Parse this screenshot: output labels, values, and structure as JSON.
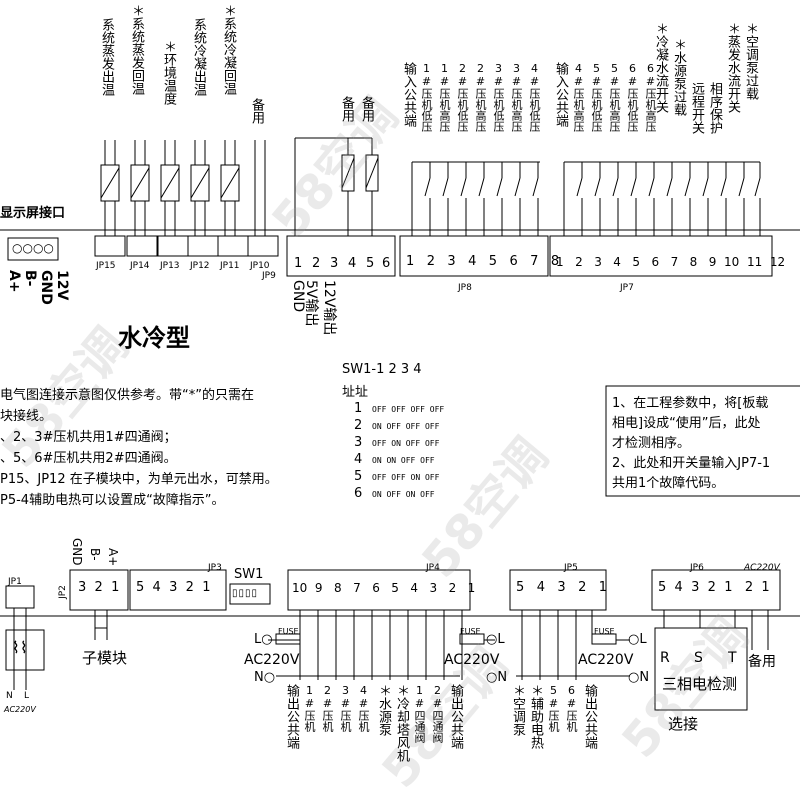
{
  "top_sensors": [
    {
      "text": "系统蒸发出温"
    },
    {
      "text": "＊系统蒸发回温"
    },
    {
      "text": "＊环境温度"
    },
    {
      "text": "系统冷凝出温"
    },
    {
      "text": "＊系统冷凝回温"
    },
    {
      "text": "备用"
    }
  ],
  "top_jp_labels": [
    "JP15",
    "JP14",
    "JP13",
    "JP12",
    "JP11",
    "JP10",
    "JP9"
  ],
  "display_port": {
    "label": "显示屏接口",
    "pins": [
      "12V",
      "GND",
      "B-",
      "A+"
    ]
  },
  "jp9": {
    "pins": [
      "1",
      "2",
      "3",
      "4",
      "5",
      "6"
    ],
    "bottom_labels": [
      "GND",
      "5V输出",
      "12V输出"
    ],
    "spare": [
      "备用",
      "备用"
    ]
  },
  "jp8": {
    "name": "JP8",
    "pins": [
      "1",
      "2",
      "3",
      "4",
      "5",
      "6",
      "7",
      "8"
    ],
    "labels": [
      "输入公共端",
      "1#压机低压",
      "1#压机高压",
      "2#压机低压",
      "2#压机高压",
      "3#压机低压",
      "3#压机高压",
      "4#压机低压"
    ]
  },
  "jp7": {
    "name": "JP7",
    "pins": [
      "1",
      "2",
      "3",
      "4",
      "5",
      "6",
      "7",
      "8",
      "9",
      "10",
      "11",
      "12"
    ],
    "labels": [
      "输入公共端",
      "4#压机高压",
      "5#压机低压",
      "5#压机高压",
      "6#压机低压",
      "6#压机高压",
      "＊冷凝水流开关",
      "＊水源泵过载",
      "远程开关",
      "相序保护",
      "＊蒸发水流开关",
      "＊空调泵过载"
    ]
  },
  "title": "水冷型",
  "notes": [
    "电气图连接示意图仅供参考。带“*”的只需在",
    "块接线。",
    "、2、3#压机共用1#四通阀；",
    "、5、6#压机共用2#四通阀。",
    "P15、JP12 在子模块中，为单元出水，可禁用。",
    "P5-4辅助电热可以设置成“故障指示”。"
  ],
  "sw_table": {
    "header": "SW1-1  2  3  4",
    "addr_label": "址址",
    "rows": [
      {
        "addr": "1",
        "vals": "OFF OFF OFF OFF"
      },
      {
        "addr": "2",
        "vals": "ON  OFF OFF OFF"
      },
      {
        "addr": "3",
        "vals": "OFF ON  OFF OFF"
      },
      {
        "addr": "4",
        "vals": "ON  ON  OFF OFF"
      },
      {
        "addr": "5",
        "vals": "OFF OFF ON  OFF"
      },
      {
        "addr": "6",
        "vals": "ON  OFF ON  OFF"
      }
    ]
  },
  "right_note": [
    "1、在工程参数中，将[板载",
    "相电]设成“使用”后，此处",
    "才检测相序。",
    "2、此处和开关量输入JP7-1",
    "共用1个故障代码。"
  ],
  "bottom": {
    "jp1": "JP1",
    "jp2": "JP2",
    "jp3": "JP3",
    "jp4": "JP4",
    "jp5": "JP5",
    "jp6": "JP6",
    "sw1": "SW1",
    "jp2_top": [
      "GND",
      "B-",
      "A+"
    ],
    "jp2_pins": [
      "3",
      "2",
      "1"
    ],
    "jp3_pins": [
      "5",
      "4",
      "3",
      "2",
      "1"
    ],
    "jp4_pins": [
      "10",
      "9",
      "8",
      "7",
      "6",
      "5",
      "4",
      "3",
      "2",
      "1"
    ],
    "jp5_pins": [
      "5",
      "4",
      "3",
      "2",
      "1"
    ],
    "jp6_pins": [
      "5",
      "4",
      "3",
      "2",
      "1",
      "2",
      "1"
    ],
    "jp6_ac": "AC220V",
    "submodule": "子模块",
    "jp1_ac": "AC220V",
    "jp1_nl": [
      "N",
      "L"
    ],
    "ac_left": "AC220V",
    "ac_mid": "AC220V",
    "ac_right": "AC220V",
    "fuse": "FUSE",
    "L": "L",
    "N": "N",
    "jp4_labels": [
      "输出公共端",
      "1#压机",
      "2#压机",
      "3#压机",
      "4#压机",
      "＊水源泵",
      "＊冷却塔风机",
      "1#四通阀",
      "2#四通阀",
      "输出公共端"
    ],
    "jp5_labels": [
      "＊空调泵",
      "＊辅助电热",
      "5#压机",
      "6#压机",
      "输出公共端"
    ],
    "rst": [
      "R",
      "S",
      "T"
    ],
    "phase_detect": "三相电检测",
    "spare": "备用",
    "select": "选接"
  },
  "watermark": "58空调"
}
